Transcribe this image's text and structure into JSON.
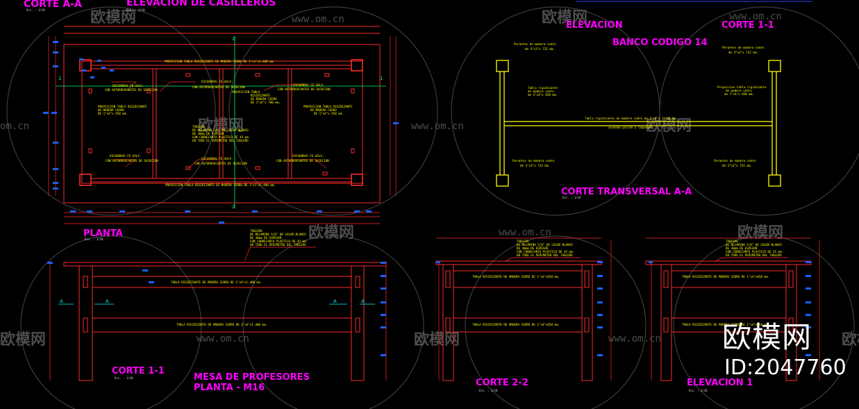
{
  "titles": {
    "corte_aa": "CORTE A-A",
    "elevacion_casilleros": "ELEVACION DE CASILLEROS",
    "elevacion": "ELEVACION",
    "corte_11_top": "CORTE 1-1",
    "banco_codigo": "BANCO CODIGO 14",
    "corte_transversal": "CORTE TRANSVERSAL A-A",
    "planta": "PLANTA",
    "corte_11": "CORTE 1-1",
    "mesa_profesores": "MESA DE PROFESORES",
    "planta_m16": "PLANTA - M16",
    "corte_22": "CORTE 2-2",
    "elevacion_1": "ELEVACION 1"
  },
  "scales": {
    "s1": "Esc. : 1/10",
    "s2": "Esc. : 1/10",
    "s3": "Esc. : 1/10",
    "s4": "Esc. : 1/10",
    "s5": "Esc. : 1/10",
    "s6": "Esc. : 1/10",
    "s7": "Esc. : 1/10"
  },
  "plan_notes": {
    "proy_top": "PROYECCION TABLA RIGIDIZANTE DE MADERA CEDRO DE 1\"x1\"x1.400 mm.",
    "proy_bottom": "PROYECCION TABLA RIGIDIZANTE DE MADERA CEDRO DE 1\"x1\"x1.400 mm.",
    "esc_l1": "ESCUADRAS FE.GALV.",
    "esc_l2": "CON AUTORROSCANTES DE SUJECION",
    "esc_m1": "ESCUADRAS FE.GALV.",
    "esc_m2": "CON AUTORROSCANTES DE SUJECION",
    "esc_r1": "ESCUADRAS FE.GALV.",
    "esc_r2": "CON AUTORROSCANTES DE SUJECION",
    "proy_mid1": "PROYECCION TABLA",
    "proy_mid2": "RIGIDIZANTE",
    "proy_mid3": "DE MADERA CEDRO",
    "proy_mid4": "DE 1\"x4\"x 700 mm.",
    "proy_l1": "PROYECCION TABLA RIGIDIZANTE",
    "proy_l2": "DE MADERA CEDRO",
    "proy_l3": "DE 1\"x4\"x 650 mm.",
    "proy_r1": "PROYECCION TABLA RIGIDIZANTE",
    "proy_r2": "DE MADERA CEDRO",
    "proy_r3": "DE 1\"x4\"x 650 mm.",
    "tab_1": "TABLERO",
    "tab_2": "DE MELAMINA 5/8\" DE COLOR BLANCO",
    "tab_3": "DE 30mm DE ESPESOR",
    "tab_4": "CON CUBRECANTO PLASTICO DE 45 mm.",
    "tab_5": "EN TODO EL PERIMETRO DEL TABLERO",
    "esc_bl1": "ESCUADRAS FE.GALV.",
    "esc_bl2": "CON AUTORROSCANTES DE SUJECION",
    "esc_bm1": "ESCUADRAS FE.GALV.",
    "esc_bm2": "CON AUTORROSCANTES DE SUJECION",
    "esc_br1": "ESCUADRAS FE.GALV.",
    "esc_br2": "CON AUTORROSCANTES DE SUJECION"
  },
  "banco_notes": {
    "p_tl1": "Parantes de madera cedro",
    "p_tl2": "de 3\"x3\"x 732 mm.",
    "p_tr1": "Parantes de madera cedro",
    "p_tr2": "de 3\"x3\"x 732 mm.",
    "t_l1": "Tabla rigidizante",
    "t_l2": "de madera cedro",
    "t_l3": "de 1\"x4\"x 650 mm.",
    "t_r1": "Proyeccion tabla rigidizante",
    "t_r2": "de madera cedro",
    "t_r3": "de 1\"x4\"x 650 mm.",
    "t_c1": "Tabla rigidizante de madera cedro de 1\"x4\"x 1.400 mm.",
    "t_c2": "acabado pulido y laqueado",
    "p_bl1": "Parantes de madera cedro",
    "p_bl2": "de 3\"x3\"x 732 mm.",
    "p_br1": "Parantes de madera cedro",
    "p_br2": "de 3\"x3\"x 732 mm."
  },
  "elev_notes": {
    "c11_tab1": "TABLERO",
    "c11_tab2": "DE MELAMINA 5/8\" DE COLOR BLANCO",
    "c11_tab3": "DE 30mm DE ESPESOR",
    "c11_tab4": "CON CUBRECANTO PLASTICO DE 45 mm.",
    "c11_tab5": "EN TODO EL PERIMETRO DEL TABLERO",
    "c11_r1": "TABLA RIGIDIZANTE DE MADERA CEDRO DE 1\"x4\"x1.400 mm.",
    "c11_r2": "TABLA RIGIDIZANTE DE MADERA CEDRO DE 1\"x4\"x1.400 mm.",
    "c22_tab1": "TABLERO",
    "c22_tab2": "DE MELAMINA 5/8\" DE COLOR BLANCO",
    "c22_tab3": "DE 30mm DE ESPESOR",
    "c22_tab4": "CON CUBRECANTO PLASTICO DE 45 mm.",
    "c22_tab5": "EN TODO EL PERIMETRO DEL TABLERO",
    "c22_r1": "TABLA RIGIDIZANTE DE MADERA CEDRO DE 1\"x4\"x650 mm.",
    "c22_r2": "TABLA RIGIDIZANTE DE MADERA CEDRO DE 1\"x4\"x650 mm.",
    "e1_tab1": "TABLERO",
    "e1_tab2": "DE MELAMINA 5/8\" DE COLOR BLANCO",
    "e1_tab3": "DE 30mm DE ESPESOR",
    "e1_tab4": "CON CUBRECANTO PLASTICO DE 45 mm.",
    "e1_tab5": "EN TODO EL PERIMETRO DEL TABLERO",
    "e1_r1": "TABLA RIGIDIZANTE DE MADERA CEDRO DE 1\"x4\"x650 mm.",
    "e1_r2": "TABLA RIGIDIZANTE DE MADERA CEDRO DE 1\"x4\"x650 mm."
  },
  "section_marks": {
    "m2_top": "2",
    "m2_bot": "2",
    "m1_left": "1",
    "m1_right": "1",
    "a_l": "A",
    "a_l2": "A",
    "a_r": "A",
    "a_r2": "A"
  },
  "watermark": {
    "cn": "欧模网",
    "url": "www.om.cn",
    "url_short": "om.cn",
    "url_left": "www.om.cn",
    "logo": "欧模网",
    "id": "ID:2047760"
  },
  "colors": {
    "background": "#000000",
    "title": "#ff00ff",
    "geometry": "#ff2a2a",
    "banco": "#ffff00",
    "annotation": "#ffff00",
    "dimension_marker": "#1a60ff"
  }
}
